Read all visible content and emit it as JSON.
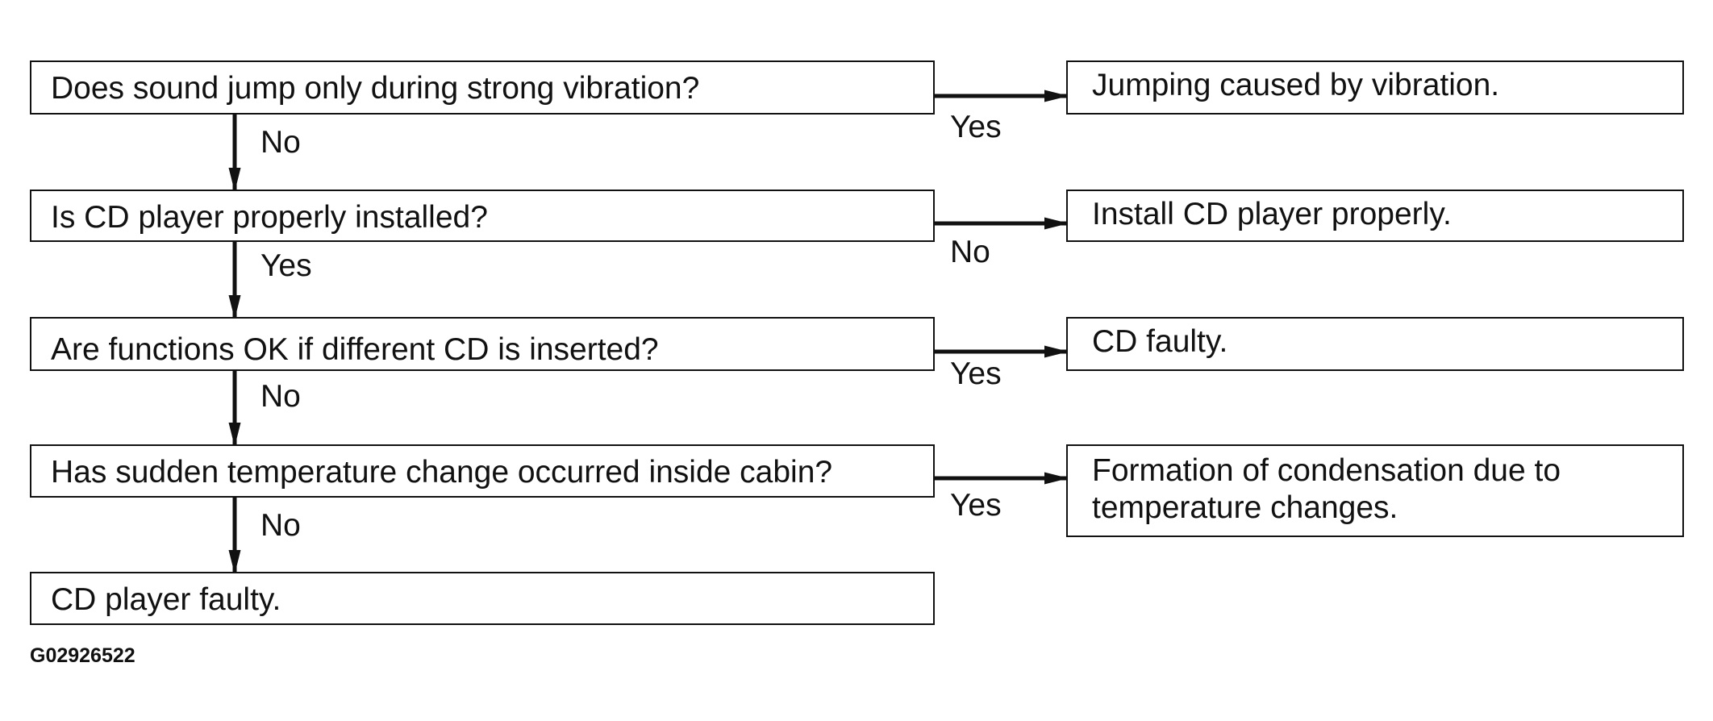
{
  "questions": [
    "Does sound jump only during strong vibration?",
    "Is CD player properly installed?",
    "Are functions OK if different CD is inserted?",
    "Has sudden temperature change occurred inside cabin?"
  ],
  "final_result": "CD player faulty.",
  "outcomes": [
    "Jumping caused by vibration.",
    "Install CD player properly.",
    "CD faulty.",
    "Formation of condensation due to\ntemperature changes."
  ],
  "down_labels": [
    "No",
    "Yes",
    "No",
    "No"
  ],
  "side_labels": [
    "Yes",
    "No",
    "Yes",
    "Yes"
  ],
  "figure_code": "G02926522"
}
